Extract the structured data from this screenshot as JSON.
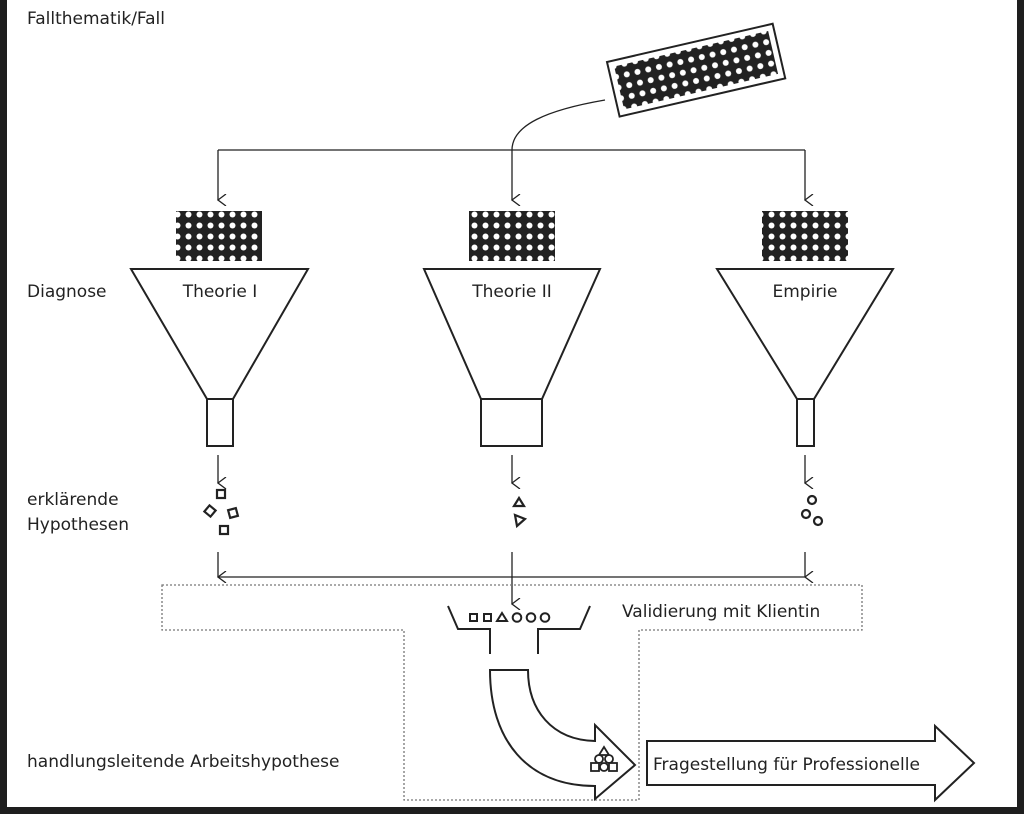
{
  "diagram": {
    "title": "Fallthematik/Fall",
    "row_labels": {
      "diagnose": "Diagnose",
      "hypotheses_line1": "erklärende",
      "hypotheses_line2": "Hypothesen",
      "working_hypothesis": "handlungsleitende Arbeitshypothese"
    },
    "funnels": [
      {
        "label": "Theorie I",
        "output_shape": "square",
        "output_count": 4
      },
      {
        "label": "Theorie II",
        "output_shape": "triangle",
        "output_count": 2
      },
      {
        "label": "Empirie",
        "output_shape": "circle",
        "output_count": 3
      }
    ],
    "validation_label": "Validierung mit Klientin",
    "collector_items": [
      "square",
      "square",
      "triangle",
      "circle",
      "circle",
      "circle"
    ],
    "result_arrow_label": "Fragestellung für Professionelle",
    "colors": {
      "stroke": "#222222",
      "background": "#ffffff",
      "frame": "#1e1e1e",
      "dotted": "#777777"
    }
  }
}
